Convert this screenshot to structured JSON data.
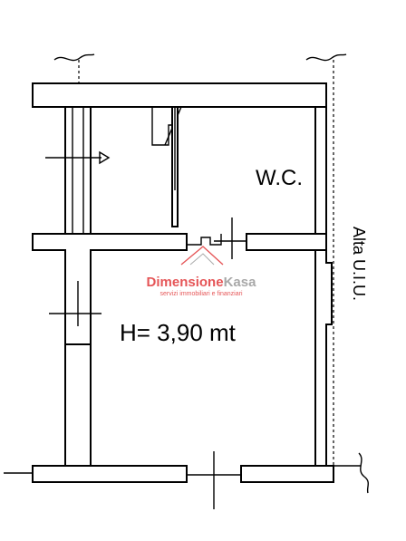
{
  "plan": {
    "room_wc_label": "W.C.",
    "height_label": "H= 3,90 mt",
    "side_label": "Alta U.I.U."
  },
  "watermark": {
    "brand_part1": "Dimensione",
    "brand_part2": "Kasa",
    "tagline": "servizi immobiliari e finanziari",
    "colors": {
      "red": "#e1383a",
      "gray": "#9a9a9a"
    }
  }
}
